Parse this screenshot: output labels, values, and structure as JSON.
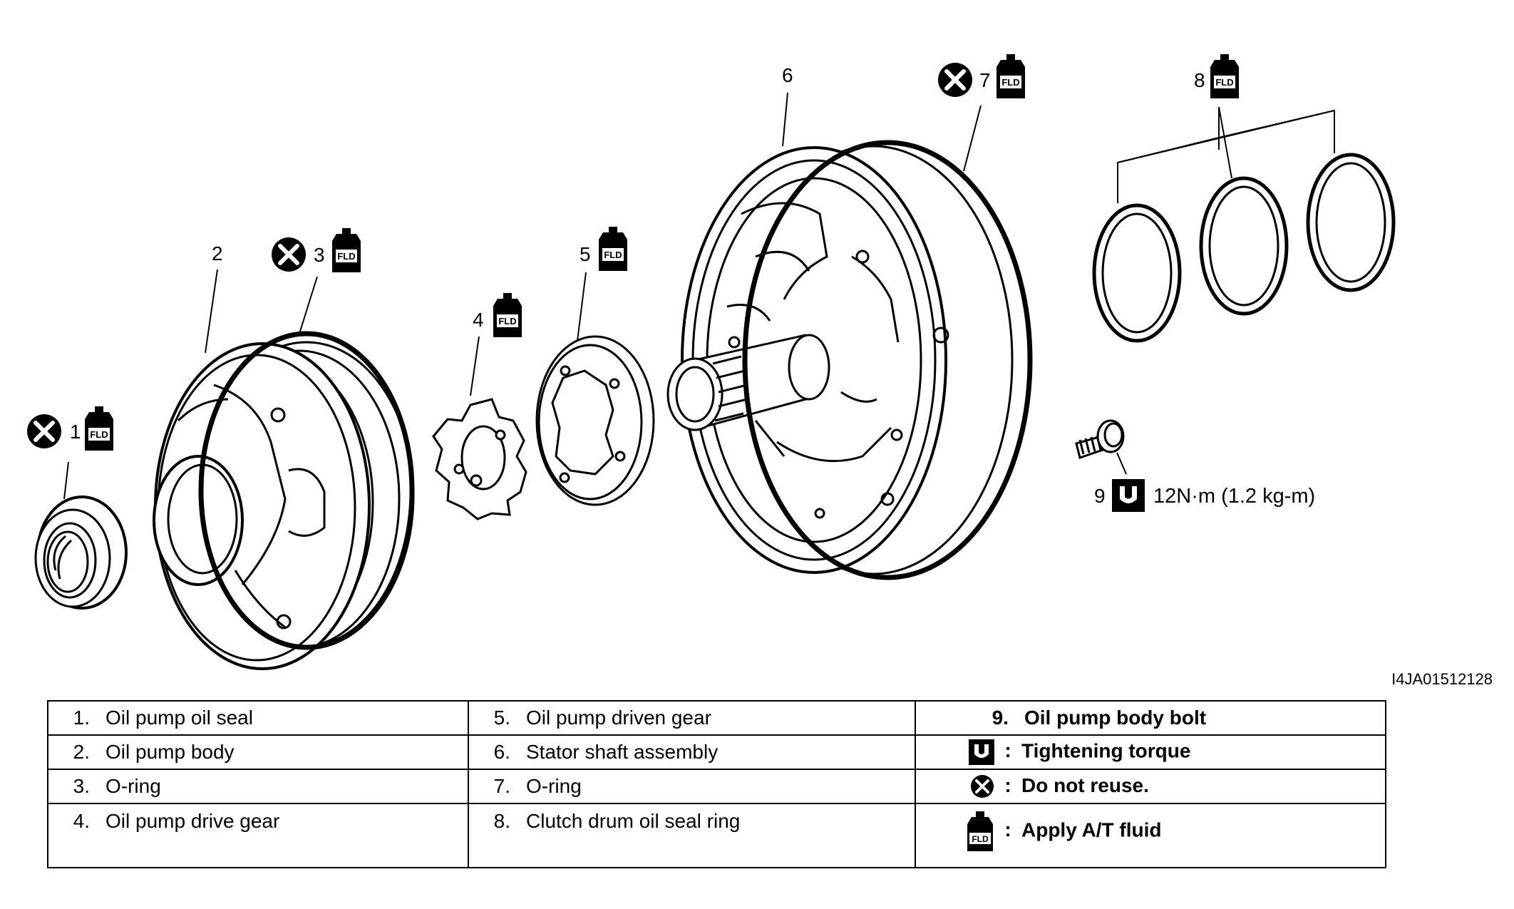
{
  "callouts": {
    "c1": "1",
    "c2": "2",
    "c3": "3",
    "c4": "4",
    "c5": "5",
    "c6": "6",
    "c7": "7",
    "c8": "8",
    "c9": "9"
  },
  "torque_spec": "12N·m (1.2 kg-m)",
  "fld_label": "FLD",
  "image_code": "I4JA01512128",
  "legend": {
    "col1": [
      {
        "num": "1.",
        "text": "Oil pump oil seal"
      },
      {
        "num": "2.",
        "text": "Oil pump body"
      },
      {
        "num": "3.",
        "text": "O-ring"
      },
      {
        "num": "4.",
        "text": "Oil pump drive gear"
      }
    ],
    "col2": [
      {
        "num": "5.",
        "text": "Oil pump driven gear"
      },
      {
        "num": "6.",
        "text": "Stator shaft assembly"
      },
      {
        "num": "7.",
        "text": "O-ring"
      },
      {
        "num": "8.",
        "text": "Clutch drum oil seal ring"
      }
    ],
    "col3": {
      "item9_num": "9.",
      "item9_text": "Oil pump body bolt",
      "colon": ":",
      "torque_text": "Tightening torque",
      "noreuse_text": "Do not reuse.",
      "fluid_text": "Apply A/T fluid"
    }
  },
  "icons": [
    "do-not-reuse-icon",
    "fld-bottle-icon",
    "torque-wrench-icon"
  ]
}
